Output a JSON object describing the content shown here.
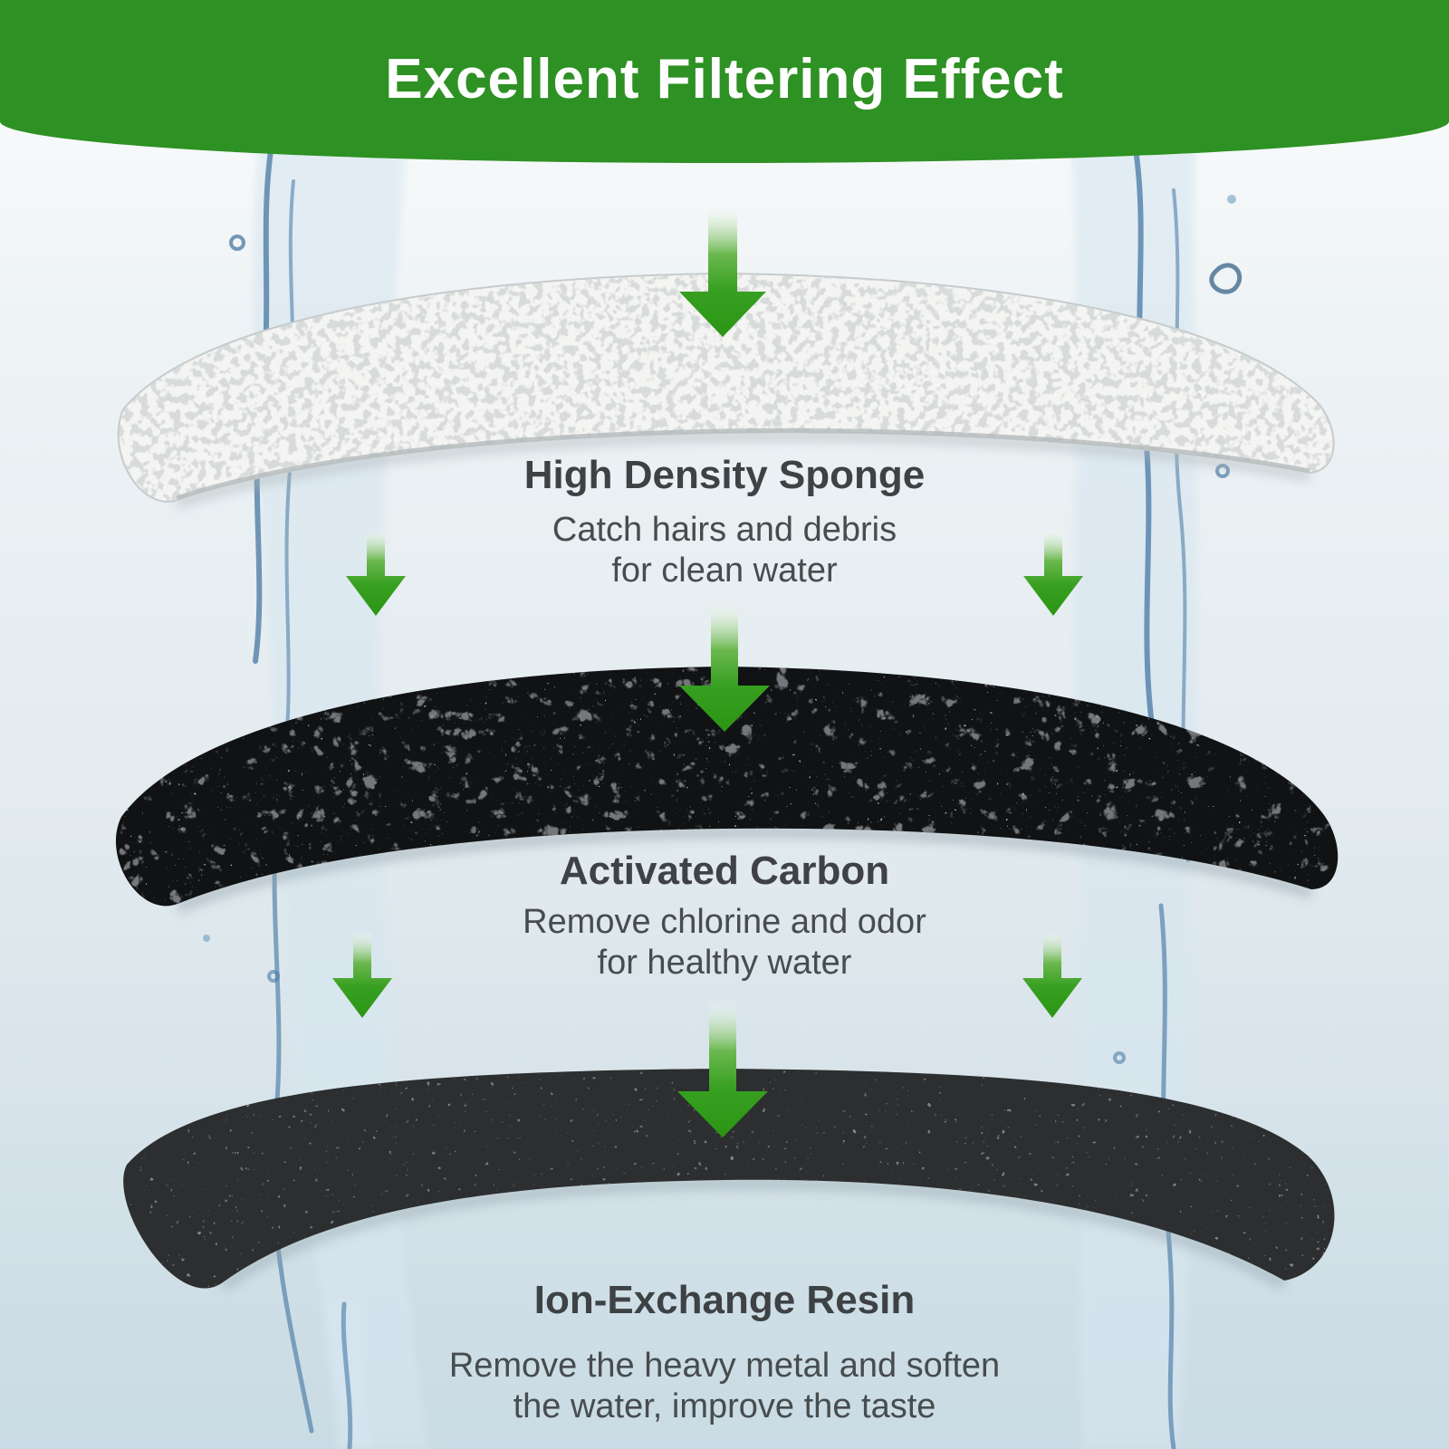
{
  "header": {
    "title": "Excellent Filtering Effect",
    "background_color": "#2e9123",
    "text_color": "#ffffff"
  },
  "diagram": {
    "arrow_color": "#2f9c15",
    "title_text_color": "#3e4245",
    "body_text_color": "#474c4f",
    "background_water_color": "#cfdfe9",
    "layers": [
      {
        "name": "High Density Sponge",
        "description_line1": "Catch hairs and debris",
        "description_line2": "for clean water",
        "material_color": "#f4f4f2"
      },
      {
        "name": "Activated Carbon",
        "description_line1": "Remove chlorine and odor",
        "description_line2": "for healthy water",
        "material_color": "#101214"
      },
      {
        "name": "Ion-Exchange Resin",
        "description_line1": "Remove the heavy metal and soften",
        "description_line2": "the water, improve the taste",
        "material_color": "#2c2e2f"
      }
    ]
  }
}
